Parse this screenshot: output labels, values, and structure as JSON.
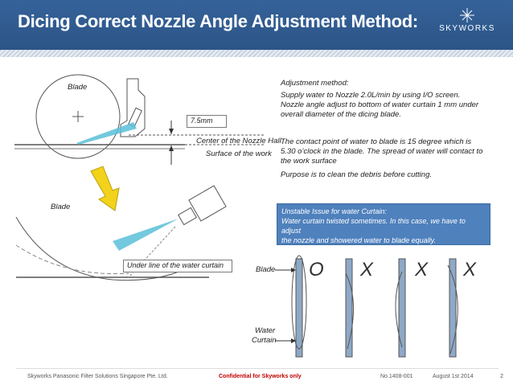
{
  "slide": {
    "title": "Dicing Correct Nozzle Angle Adjustment Method:",
    "logo_text": "SKYWORKS"
  },
  "diagram_top": {
    "blade_label": "Blade",
    "dimension_label": "7.5mm",
    "center_label": "Center of the Nozzle Hall",
    "surface_label": "Surface of the work"
  },
  "diagram_bottom": {
    "blade_label": "Blade",
    "underline_label": "Under line of the water curtain"
  },
  "method": {
    "heading": "Adjustment method:",
    "line1": "Supply water to Nozzle 2.0L/min by using I/O screen.",
    "line2": "Nozzle angle adjust to bottom of water curtain 1 mm under",
    "line3": "overall diameter of the dicing blade.",
    "line4": "The contact point of water to blade is 15 degree which is",
    "line5": "5.30 o’clock in the blade. The spread of water will contact to",
    "line6": "the work surface",
    "line7": "Purpose is to clean the debris before cutting."
  },
  "issue": {
    "line1": "Unstable Issue for water Curtain:",
    "line2": "Water curtain twisted sometimes. In this case, we have to adjust",
    "line3": "the nozzle and showered water to blade equally."
  },
  "comparison": {
    "blade_label": "Blade",
    "water_label_1": "Water",
    "water_label_2": "Curtain",
    "marks": [
      "O",
      "X",
      "X",
      "X"
    ]
  },
  "footer": {
    "company": "Skyworks Panasonic Filter Solutions Singapore Pte. Ltd.",
    "confidential": "Confidential for Skyworks only",
    "doc_no": "No.1408-001",
    "date": "August 1st 2014",
    "page": "2"
  },
  "colors": {
    "header": "#2f5a8e",
    "issue_box": "#4f81bd",
    "confidential": "#c00000",
    "arrow": "#f2d21a"
  }
}
